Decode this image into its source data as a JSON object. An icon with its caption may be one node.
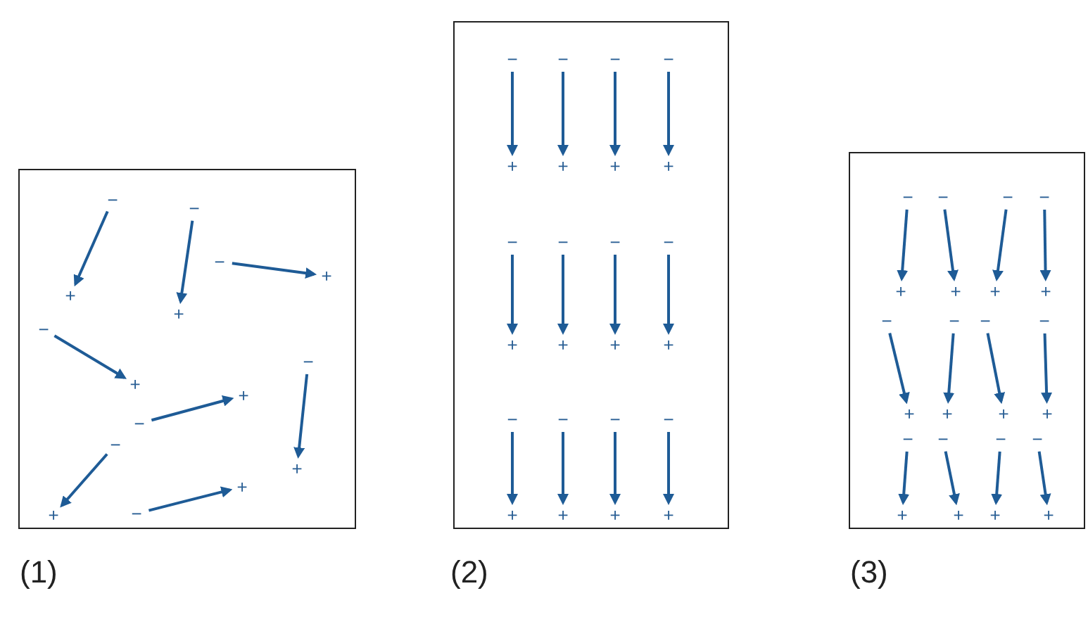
{
  "diagram": {
    "labels": [
      "−",
      "+",
      "−",
      "+",
      "−",
      "+",
      "−",
      "+",
      "−",
      "+",
      "−",
      "+",
      "−",
      "+",
      "−",
      "+",
      "−",
      "+",
      "−",
      "+",
      "−",
      "+",
      "−",
      "+",
      "−",
      "+",
      "−",
      "+",
      "−",
      "+",
      "−",
      "+",
      "−",
      "+",
      "−",
      "+",
      "−",
      "+",
      "−",
      "+",
      "−",
      "+",
      "−",
      "+",
      "−",
      "+",
      "−",
      "+",
      "−",
      "+",
      "−",
      "+",
      "−",
      "+",
      "−",
      "+",
      "−",
      "+",
      "−",
      "+",
      "−",
      "+",
      "−",
      "+",
      "(1)",
      "(2)",
      "(3)"
    ]
  }
}
